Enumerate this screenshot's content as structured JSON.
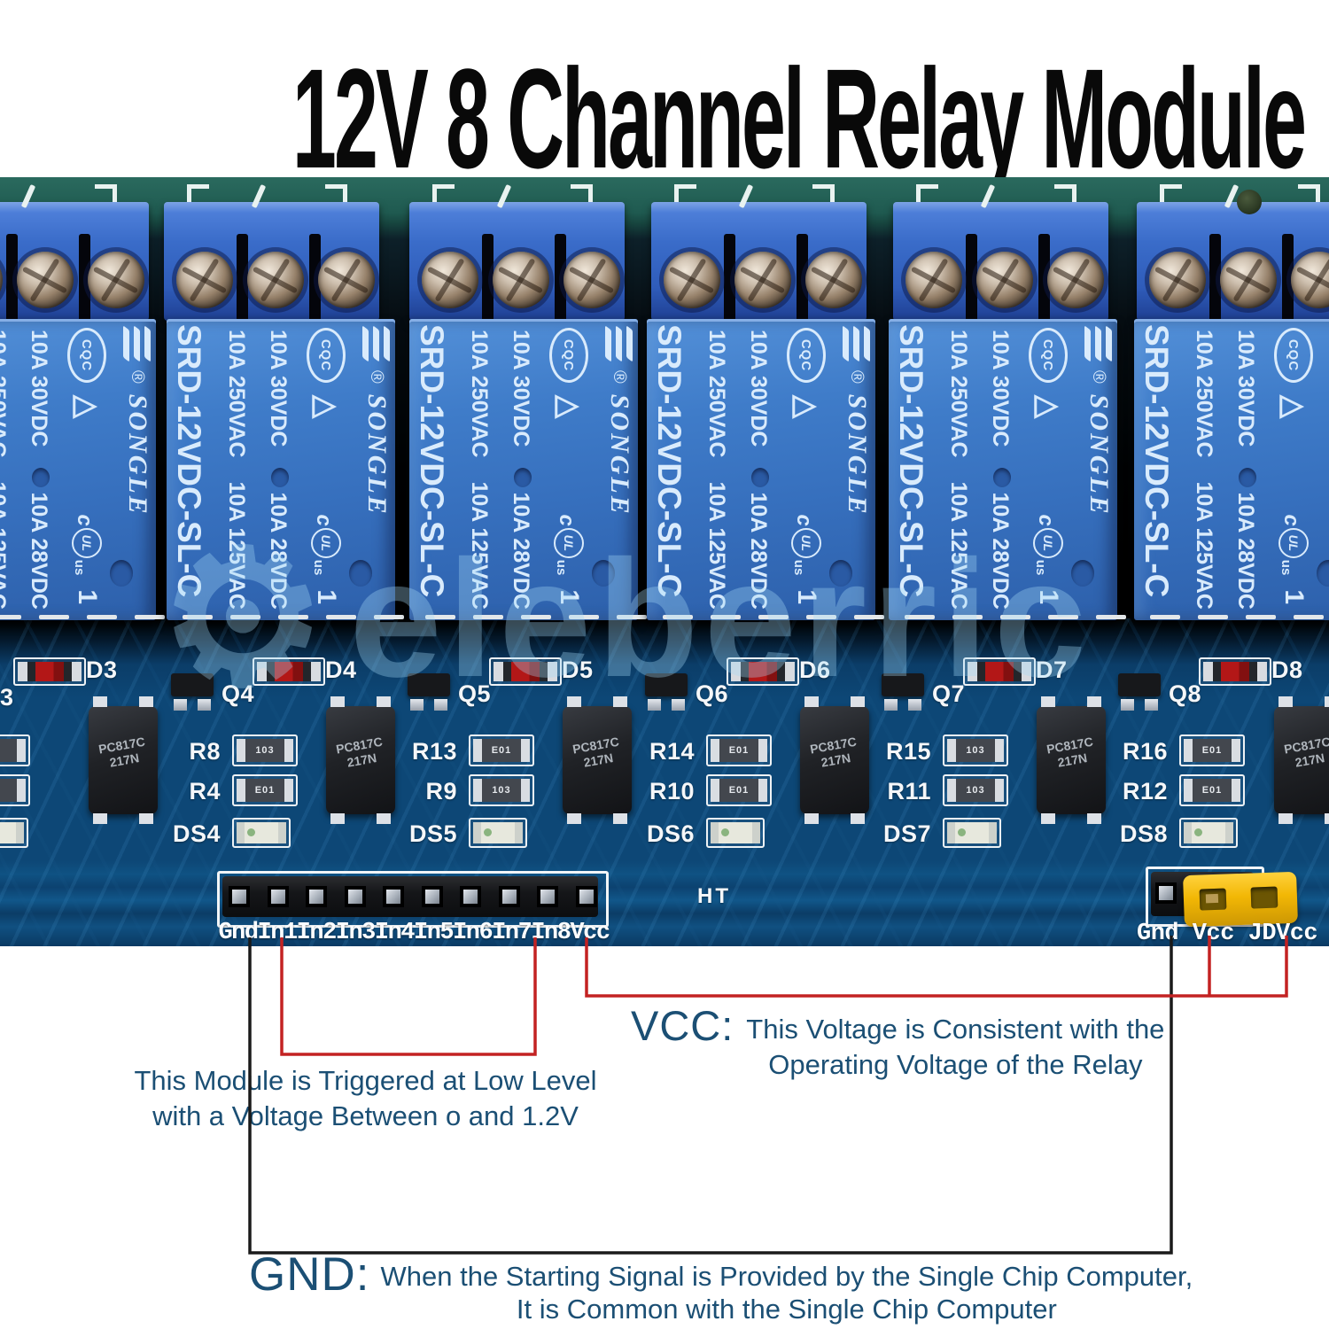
{
  "title": "12V 8 Channel Relay Module",
  "watermark": "eleberric",
  "relay": {
    "brand": "SONGLE",
    "registered": "®",
    "model": "SRD-12VDC-SL-C",
    "rating_ac_1": "10A 250VAC",
    "rating_ac_2": "10A 125VAC",
    "rating_dc_1": "10A 30VDC",
    "rating_dc_2": "10A 28VDC",
    "cert_cqc": "CQC",
    "cert_triangle": "△",
    "cert_ul_c": "c",
    "cert_ul": "UL",
    "cert_ul_us": "us",
    "pin_one": "1"
  },
  "board": {
    "left_header_label": "GndIn1In2In3In4In5In6In7In8Vcc",
    "right_header_label": "Gnd Vcc JDVcc",
    "ht_label": "HT",
    "stray_label": "3",
    "optocoupler_line1": "PC817C",
    "optocoupler_line2": "217N",
    "diodes": [
      "D3",
      "D4",
      "D5",
      "D6",
      "D7",
      "D8"
    ],
    "transistors": [
      "Q4",
      "Q5",
      "Q6",
      "Q7",
      "Q8"
    ],
    "channels": [
      {
        "r_top": "R8",
        "r_top_code": "103",
        "r_bot": "R4",
        "r_bot_code": "E01",
        "ds": "DS4"
      },
      {
        "r_top": "R13",
        "r_top_code": "E01",
        "r_bot": "R9",
        "r_bot_code": "103",
        "ds": "DS5"
      },
      {
        "r_top": "R14",
        "r_top_code": "E01",
        "r_bot": "R10",
        "r_bot_code": "E01",
        "ds": "DS6"
      },
      {
        "r_top": "R15",
        "r_top_code": "103",
        "r_bot": "R11",
        "r_bot_code": "103",
        "ds": "DS7"
      },
      {
        "r_top": "R16",
        "r_top_code": "E01",
        "r_bot": "R12",
        "r_bot_code": "E01",
        "ds": "DS8"
      }
    ]
  },
  "annotations": {
    "vcc_heading": "VCC:",
    "vcc_line1": "This Voltage is Consistent with the",
    "vcc_line2": "Operating Voltage of the Relay",
    "trigger_line1": "This Module is Triggered at Low Level",
    "trigger_line2": "with a Voltage Between o and 1.2V",
    "gnd_heading": "GND:",
    "gnd_line1": "When the Starting Signal is Provided by the Single Chip Computer,",
    "gnd_line2": "It is Common with the Single Chip Computer"
  },
  "colors": {
    "wire_red": "#c32222",
    "wire_black": "#1a1a1a",
    "annotation_text": "#1b4f74",
    "pcb_blue": "#0d4776",
    "relay_blue": "#3b76c4",
    "teal_edge": "#215a50",
    "jumper_yellow": "#f2b705"
  }
}
